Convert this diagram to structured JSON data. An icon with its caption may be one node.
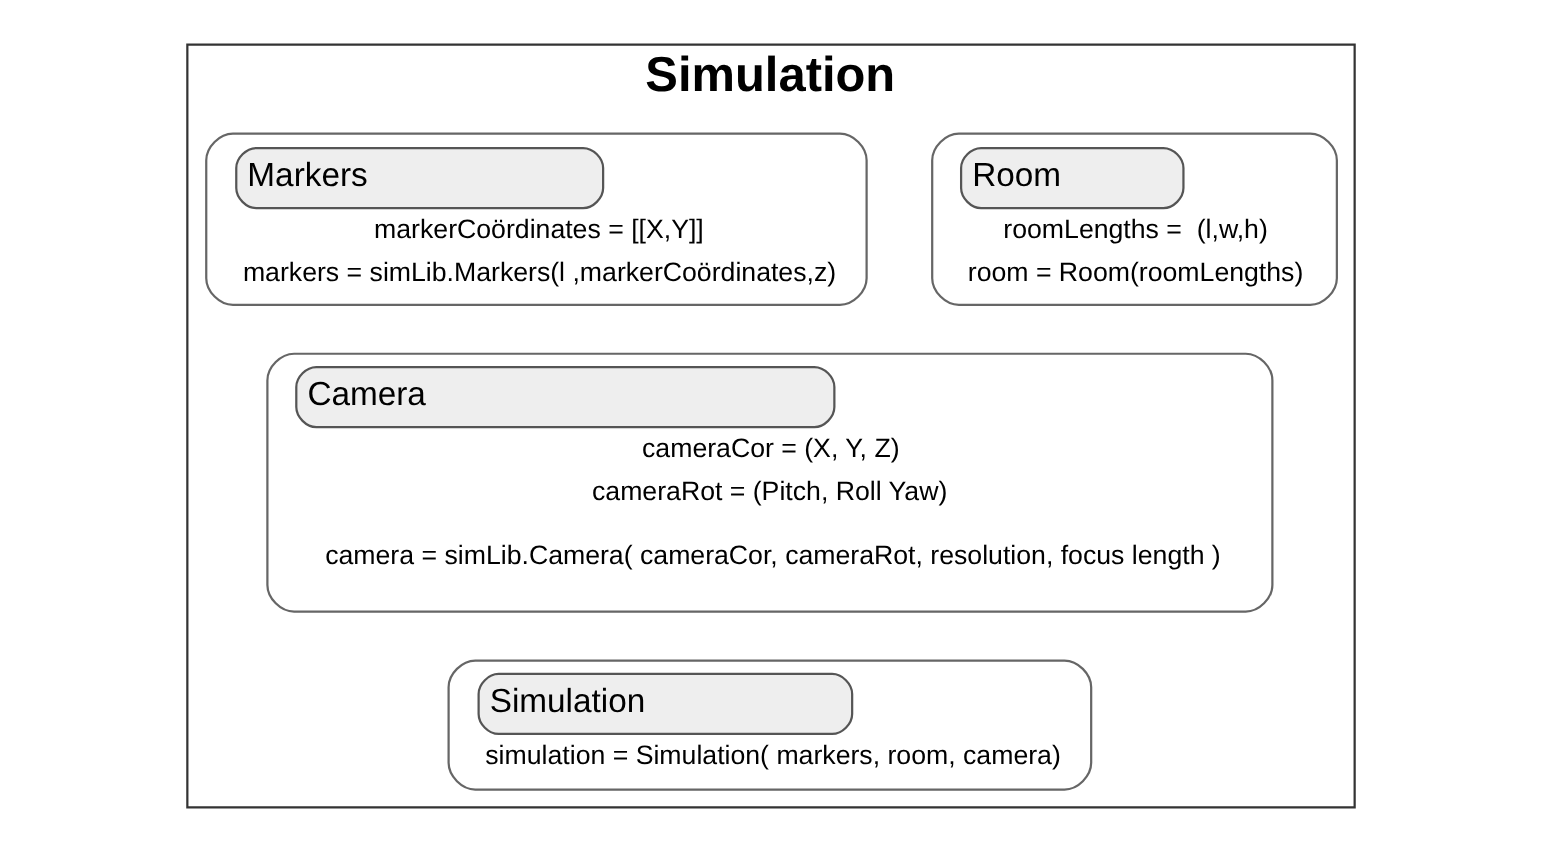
{
  "diagram": {
    "nodes": [
      {
        "text": [
          "Simulation"
        ]
      },
      {
        "text": [
          "Room",
          "roomLengths =  (l,w,h)",
          "room = Room(roomLengths)"
        ],
        "in": 0
      },
      {
        "text": [
          "Markers",
          "markerCoördinates = [[X,Y]]",
          "markers = simLib.Markers(l ,markerCoördinates,z)"
        ],
        "in": 0
      },
      {
        "text": [
          "Camera",
          "cameraCor = (X, Y, Z)",
          "cameraRot = (Pitch, Roll Yaw)",
          "camera = simLib.Camera( cameraCor, cameraRot, resolution, focus length )"
        ],
        "in": 0
      },
      {
        "text": [
          "Simulation",
          "simulation = Simulation( markers, room, camera)"
        ],
        "in": 0
      }
    ],
    "edges": []
  }
}
